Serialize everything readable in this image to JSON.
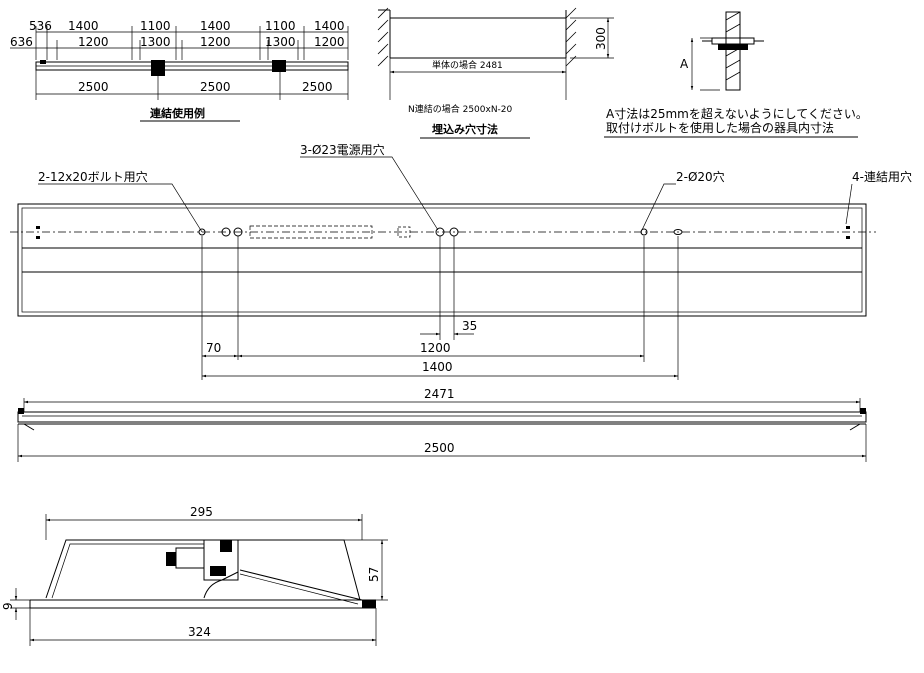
{
  "connection_example": {
    "top_dims": [
      "536",
      "1400",
      "1100",
      "1400",
      "1100",
      "1400"
    ],
    "mid_dims": [
      "636",
      "1200",
      "1300",
      "1200",
      "1300",
      "1200"
    ],
    "bottom_dims": [
      "2500",
      "2500",
      "2500"
    ],
    "caption": "連結使用例"
  },
  "cutout": {
    "height": "300",
    "single_label": "単体の場合 2481",
    "n_label": "N連結の場合 2500xN-20",
    "caption": "埋込み穴寸法"
  },
  "note": {
    "letter": "A",
    "line1": "A寸法は25mmを超えないようにしてください。",
    "line2": "取付けボルトを使用した場合の器具内寸法"
  },
  "top_view": {
    "callout_bolt": "2-12x20ボルト用穴",
    "callout_power": "3-Ø23電源用穴",
    "callout_hole20": "2-Ø20穴",
    "callout_link": "4-連結用穴",
    "dim_35": "35",
    "dim_70": "70",
    "dim_1200": "1200",
    "dim_1400": "1400"
  },
  "side_view": {
    "dim_2471": "2471",
    "dim_2500": "2500"
  },
  "section_view": {
    "dim_295": "295",
    "dim_57": "57",
    "dim_9": "9",
    "dim_324": "324"
  }
}
